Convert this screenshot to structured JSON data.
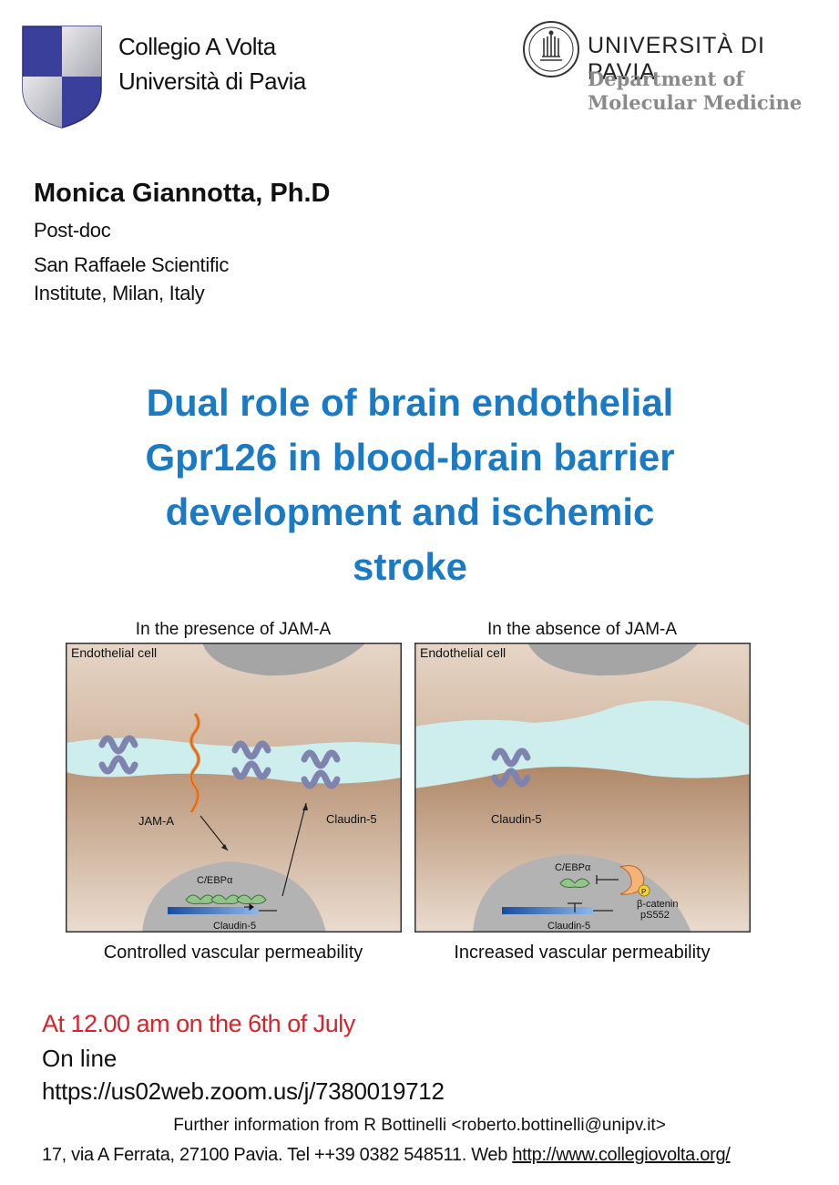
{
  "header": {
    "college_name": "Collegio A Volta",
    "college_university": "Università di Pavia",
    "university_name": "UNIVERSITÀ DI PAVIA",
    "department_line1": "Department of",
    "department_line2": "Molecular Medicine",
    "colors": {
      "shield_blue": "#3a3f9c",
      "shield_silver": "#c8c9cf"
    }
  },
  "speaker": {
    "name": "Monica Giannotta, Ph.D",
    "position": "Post-doc",
    "affiliation_line1": "San Raffaele Scientific",
    "affiliation_line2": "Institute, Milan, Italy"
  },
  "talk": {
    "title_line1": "Dual role of brain endothelial",
    "title_line2": "Gpr126 in blood-brain barrier",
    "title_line3": "development and ischemic",
    "title_line4": "stroke",
    "title_color": "#1a7ac3"
  },
  "figure": {
    "left_panel": {
      "heading": "In the presence of JAM-A",
      "cell_label": "Endothelial cell",
      "jam_label": "JAM-A",
      "claudin_label": "Claudin-5",
      "tf_label": "C/EBPα",
      "gene_label": "Claudin-5",
      "caption": "Controlled vascular permeability"
    },
    "right_panel": {
      "heading": "In the absence of JAM-A",
      "cell_label": "Endothelial cell",
      "claudin_label": "Claudin-5",
      "tf_label": "C/EBPα",
      "p_label": "P",
      "catenin_label1": "β-catenin",
      "catenin_label2": "pS552",
      "gene_label": "Claudin-5",
      "caption": "Increased vascular permeability"
    },
    "colors": {
      "cytoplasm": "#b08868",
      "lumen": "#cdeeed",
      "nucleus": "#b3b3b3",
      "claudin": "#b9bdd9",
      "jam": "#f08a3e",
      "tf": "#93c48b",
      "gene": "#2a62b8"
    }
  },
  "event": {
    "date": "At 12.00 am on the 6th of July",
    "mode": "On line",
    "link": "https://us02web.zoom.us/j/7380019712"
  },
  "footer": {
    "info": "Further information from R Bottinelli <roberto.bottinelli@unipv.it>",
    "address": "17, via A Ferrata, 27100 Pavia. Tel ++39 0382 548511.  Web ",
    "web_link": "http://www.collegiovolta.org/"
  }
}
